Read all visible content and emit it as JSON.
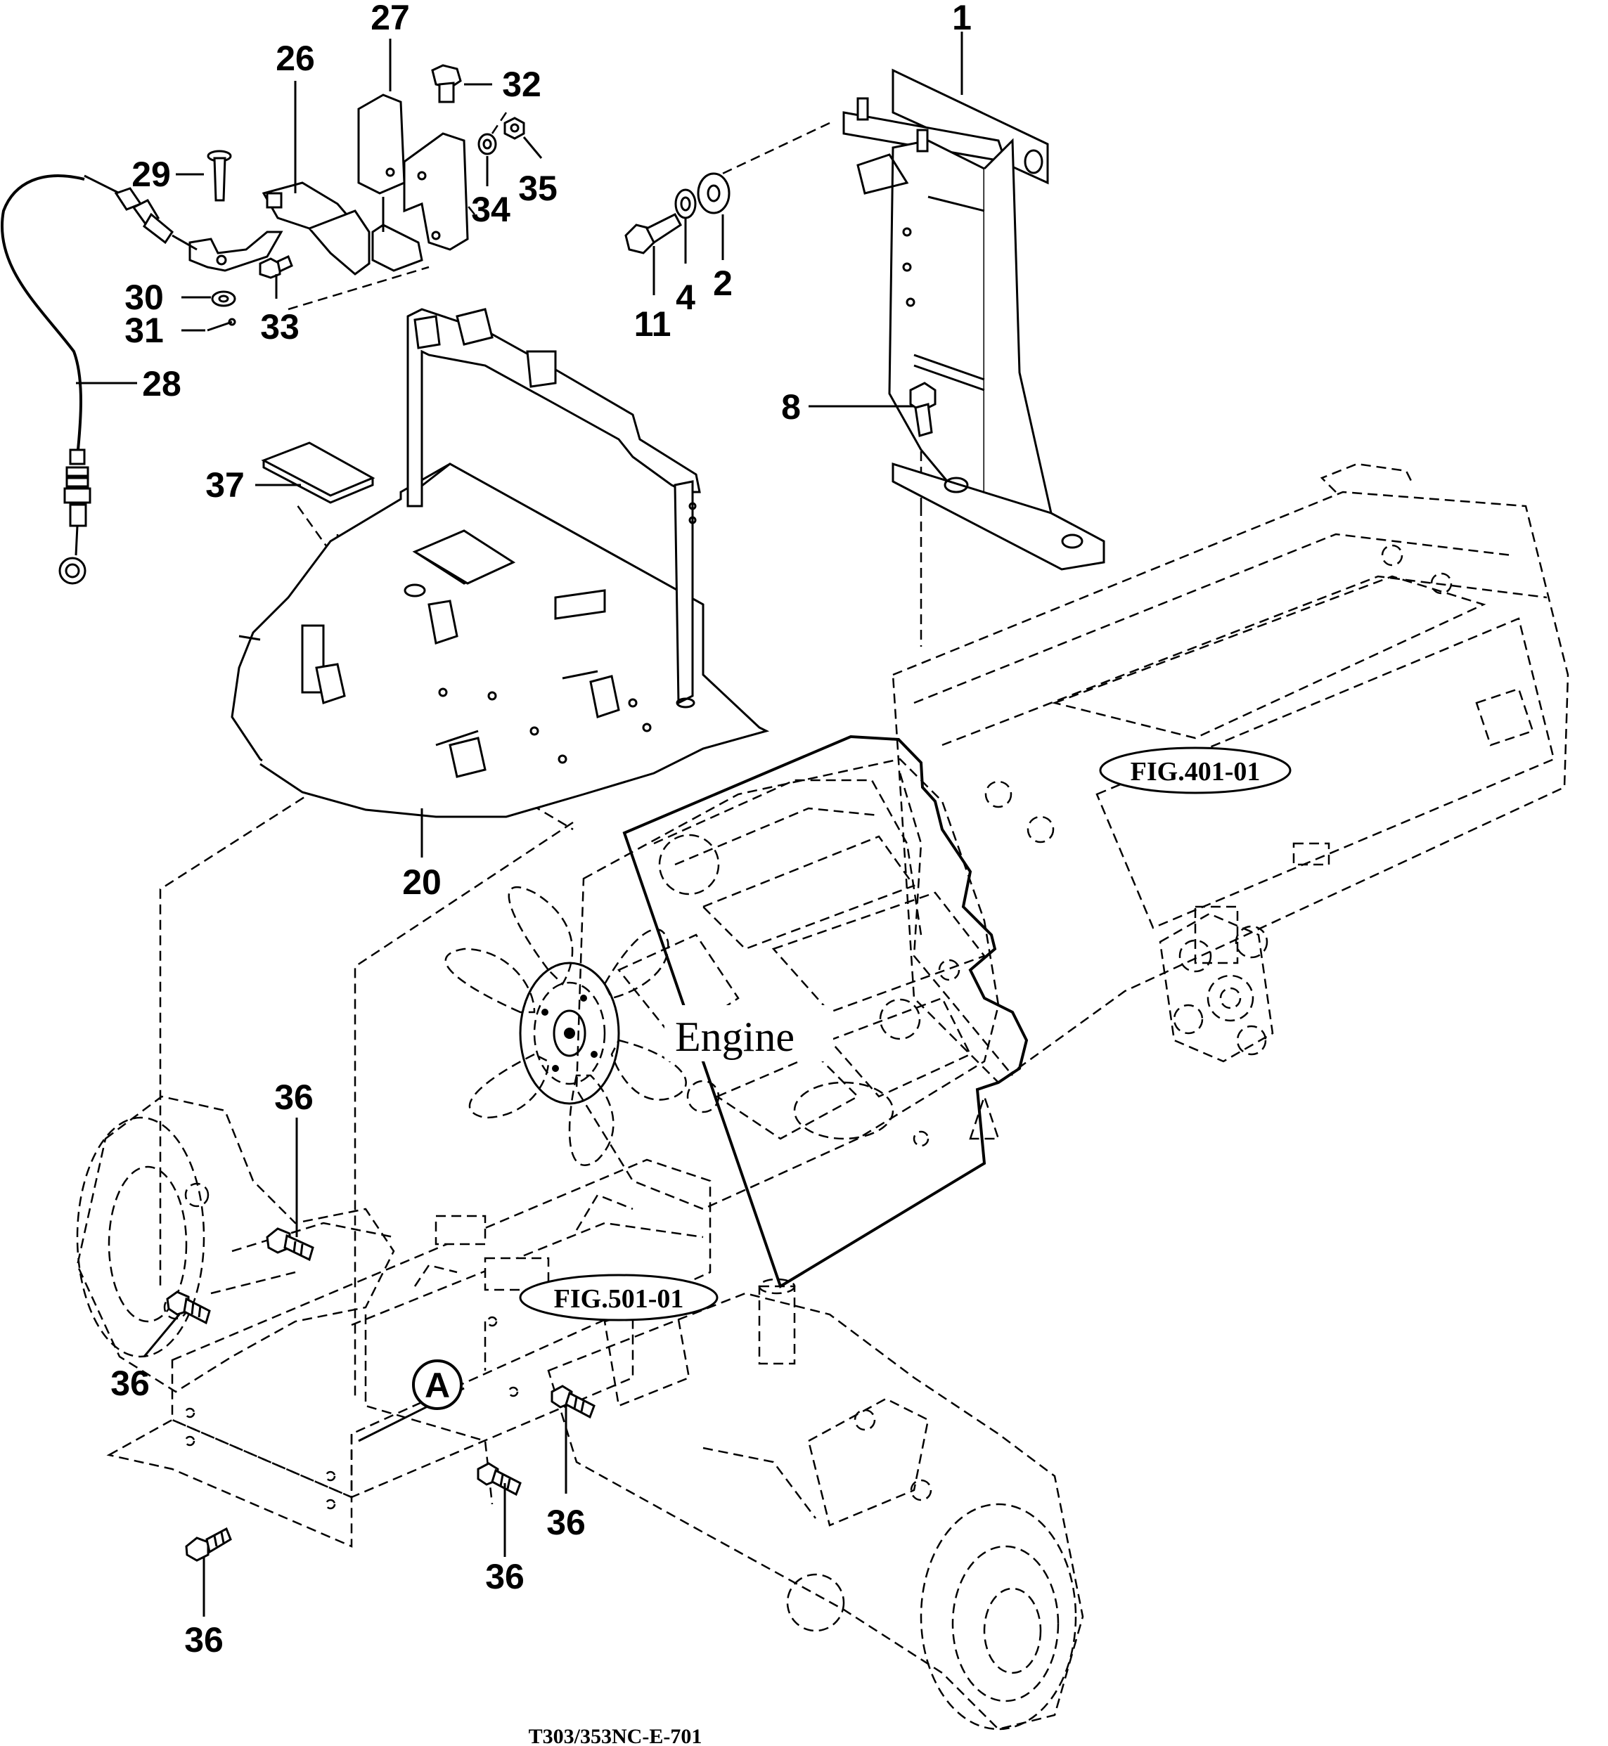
{
  "callouts": {
    "c1": "1",
    "c2": "2",
    "c4": "4",
    "c8": "8",
    "c11": "11",
    "c20": "20",
    "c26": "26",
    "c27": "27",
    "c28": "28",
    "c29": "29",
    "c30": "30",
    "c31": "31",
    "c32": "32",
    "c33": "33",
    "c34": "34",
    "c35": "35",
    "c37": "37",
    "c36": [
      "36",
      "36",
      "36",
      "36",
      "36"
    ]
  },
  "references": {
    "fig401": "FIG.401-01",
    "fig501": "FIG.501-01",
    "detail": "A"
  },
  "engine_label": "Engine",
  "drawing_code": "T303/353NC-E-701"
}
